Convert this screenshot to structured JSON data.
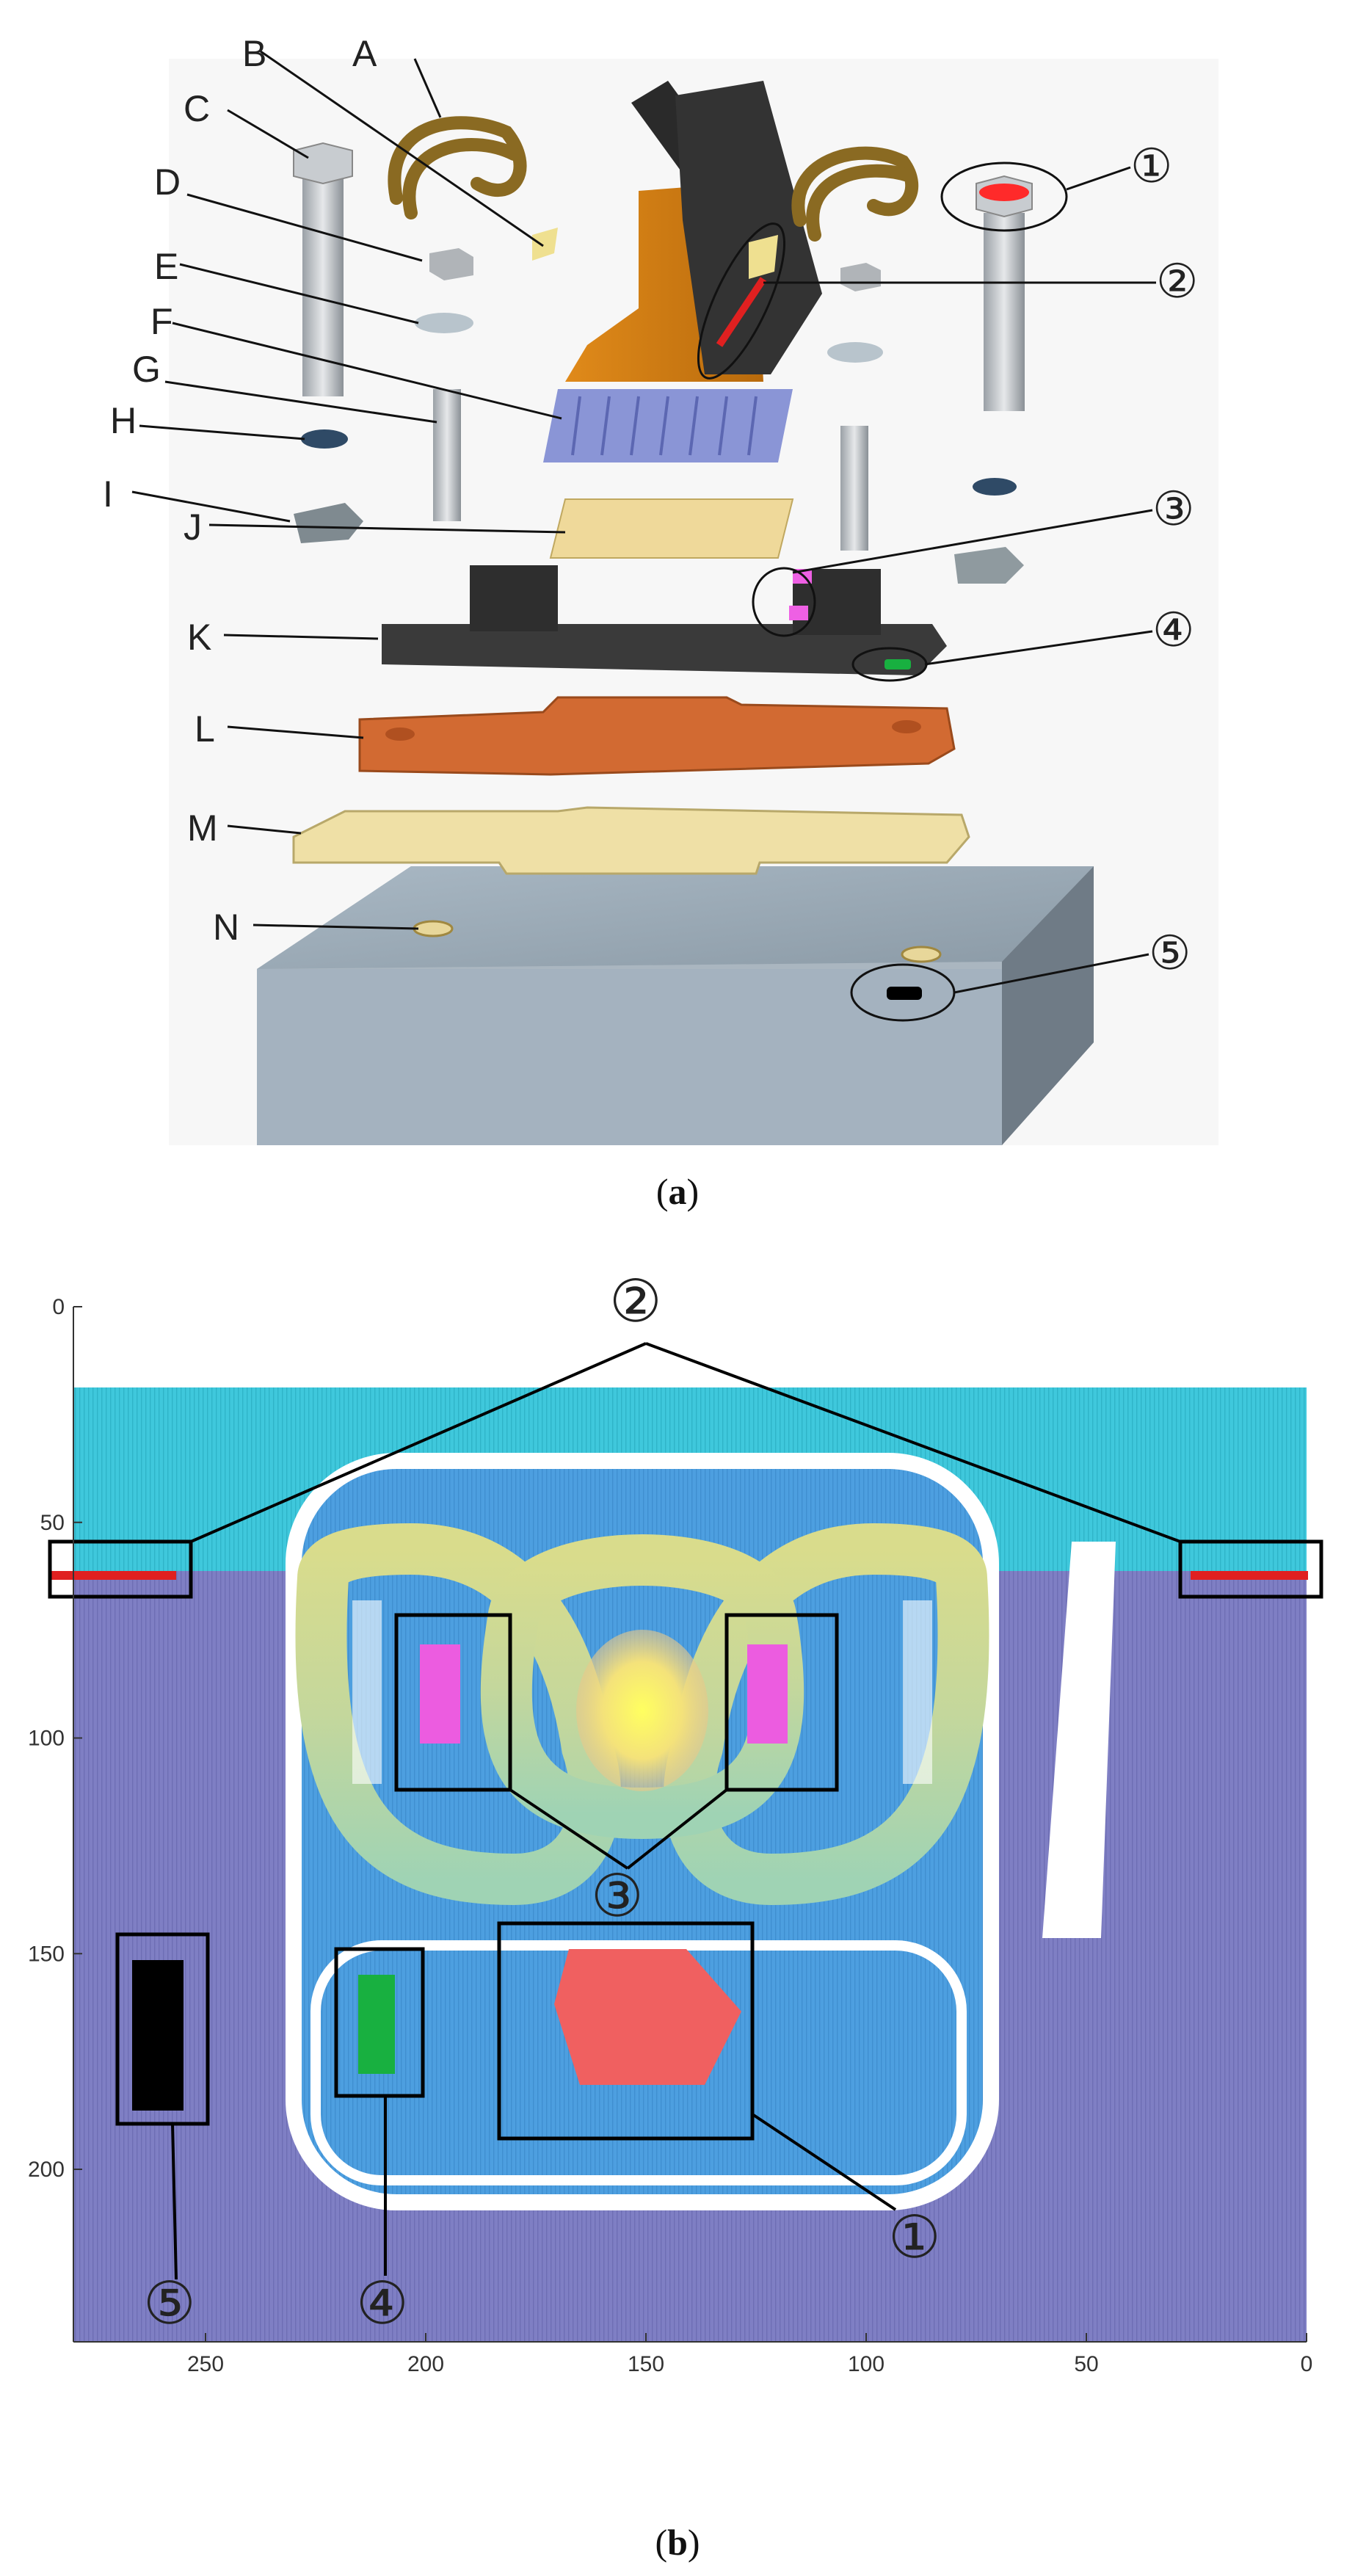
{
  "figure": {
    "panel_a": {
      "caption": "(a)",
      "caption_letter": "a",
      "part_labels": [
        "A",
        "B",
        "C",
        "D",
        "E",
        "F",
        "G",
        "H",
        "I",
        "J",
        "K",
        "L",
        "M",
        "N"
      ],
      "callouts": [
        "①",
        "②",
        "③",
        "④",
        "⑤"
      ]
    },
    "panel_b": {
      "caption": "(b)",
      "caption_letter": "b",
      "callouts": [
        "①",
        "②",
        "③",
        "④",
        "⑤"
      ]
    }
  },
  "chart_data": {
    "type": "heatmap",
    "x_ticks": [
      250,
      200,
      150,
      100,
      50,
      0
    ],
    "y_ticks": [
      0,
      50,
      100,
      150,
      200
    ],
    "xlim": [
      280,
      0
    ],
    "ylim": [
      0,
      240
    ],
    "x_reversed": true,
    "y_reversed": true,
    "grid": true,
    "colors": {
      "background": "#7f7fc4",
      "top_band": "#3fc8dc",
      "mid": "#4d9fe0",
      "clip": "#cfd98a",
      "clip_center": "#f4f07a",
      "marker_1": "#f06060",
      "marker_2": "#e02020",
      "marker_3": "#ec5ce0",
      "marker_4": "#18b040",
      "marker_5": "#000000"
    }
  }
}
